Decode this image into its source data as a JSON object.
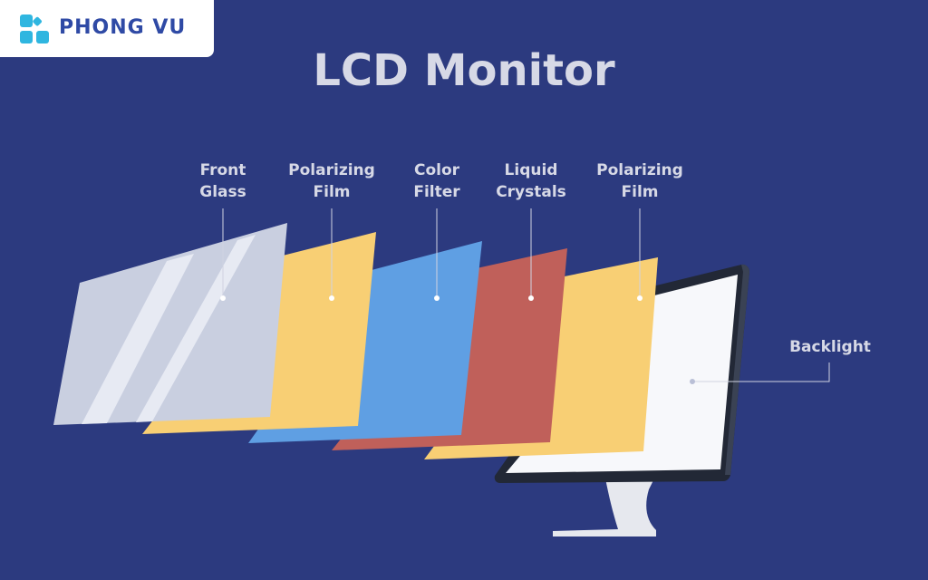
{
  "brand": {
    "name": "PHONG VU",
    "logo_colors": [
      "#2fb6e0",
      "#2f4aa5"
    ]
  },
  "title": "LCD Monitor",
  "layers": [
    {
      "id": "front-glass",
      "lines": [
        "Front",
        "Glass"
      ],
      "color": "#c9cfe0"
    },
    {
      "id": "polarizing-film-1",
      "lines": [
        "Polarizing",
        "Film"
      ],
      "color": "#f8cf74"
    },
    {
      "id": "color-filter",
      "lines": [
        "Color",
        "Filter"
      ],
      "color": "#5f9fe3"
    },
    {
      "id": "liquid-crystals",
      "lines": [
        "Liquid",
        "Crystals"
      ],
      "color": "#c0605a"
    },
    {
      "id": "polarizing-film-2",
      "lines": [
        "Polarizing",
        "Film"
      ],
      "color": "#f8cf74"
    }
  ],
  "backlight": {
    "label": "Backlight",
    "screen_color": "#f7f8fb",
    "bezel_color": "#222836",
    "stand_color": "#e6e8ee"
  },
  "colors": {
    "background": "#2c3a7f",
    "text": "#d7d9e6",
    "leader_line": "#d0d3e2"
  }
}
